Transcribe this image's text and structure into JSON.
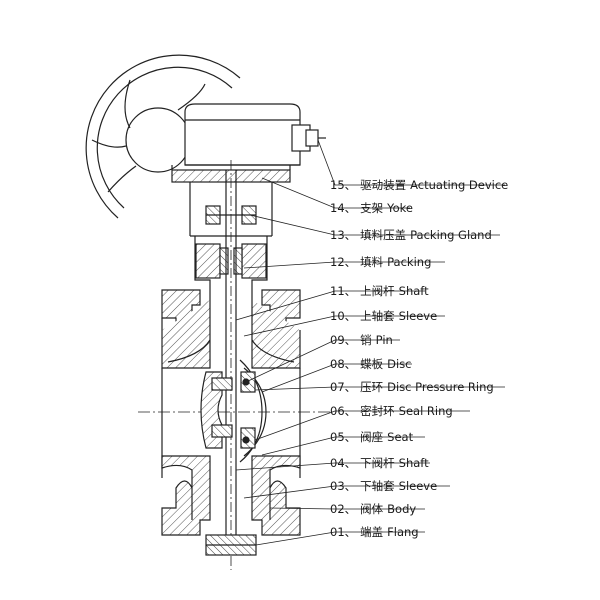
{
  "parts": [
    {
      "num": "15、",
      "name_cn": "驱动装置",
      "name_en": "Actuating Device"
    },
    {
      "num": "14、",
      "name_cn": "支架",
      "name_en": "Yoke"
    },
    {
      "num": "13、",
      "name_cn": "填料压盖",
      "name_en": "Packing Gland"
    },
    {
      "num": "12、",
      "name_cn": "填料",
      "name_en": "Packing"
    },
    {
      "num": "11、",
      "name_cn": "上阀杆",
      "name_en": "Shaft"
    },
    {
      "num": "10、",
      "name_cn": "上轴套",
      "name_en": "Sleeve"
    },
    {
      "num": "09、",
      "name_cn": "销",
      "name_en": "Pin"
    },
    {
      "num": "08、",
      "name_cn": "蝶板",
      "name_en": "Disc"
    },
    {
      "num": "07、",
      "name_cn": "压环",
      "name_en": "Disc Pressure Ring"
    },
    {
      "num": "06、",
      "name_cn": "密封环",
      "name_en": "Seal Ring"
    },
    {
      "num": "05、",
      "name_cn": "阀座",
      "name_en": "Seat"
    },
    {
      "num": "04、",
      "name_cn": "下阀杆",
      "name_en": "Shaft"
    },
    {
      "num": "03、",
      "name_cn": "下轴套",
      "name_en": "Sleeve"
    },
    {
      "num": "02、",
      "name_cn": "阀体",
      "name_en": "Body"
    },
    {
      "num": "01、",
      "name_cn": "端盖",
      "name_en": "Flang"
    }
  ],
  "colors": {
    "line": "#222222",
    "hatch": "#555555",
    "background": "#ffffff"
  }
}
